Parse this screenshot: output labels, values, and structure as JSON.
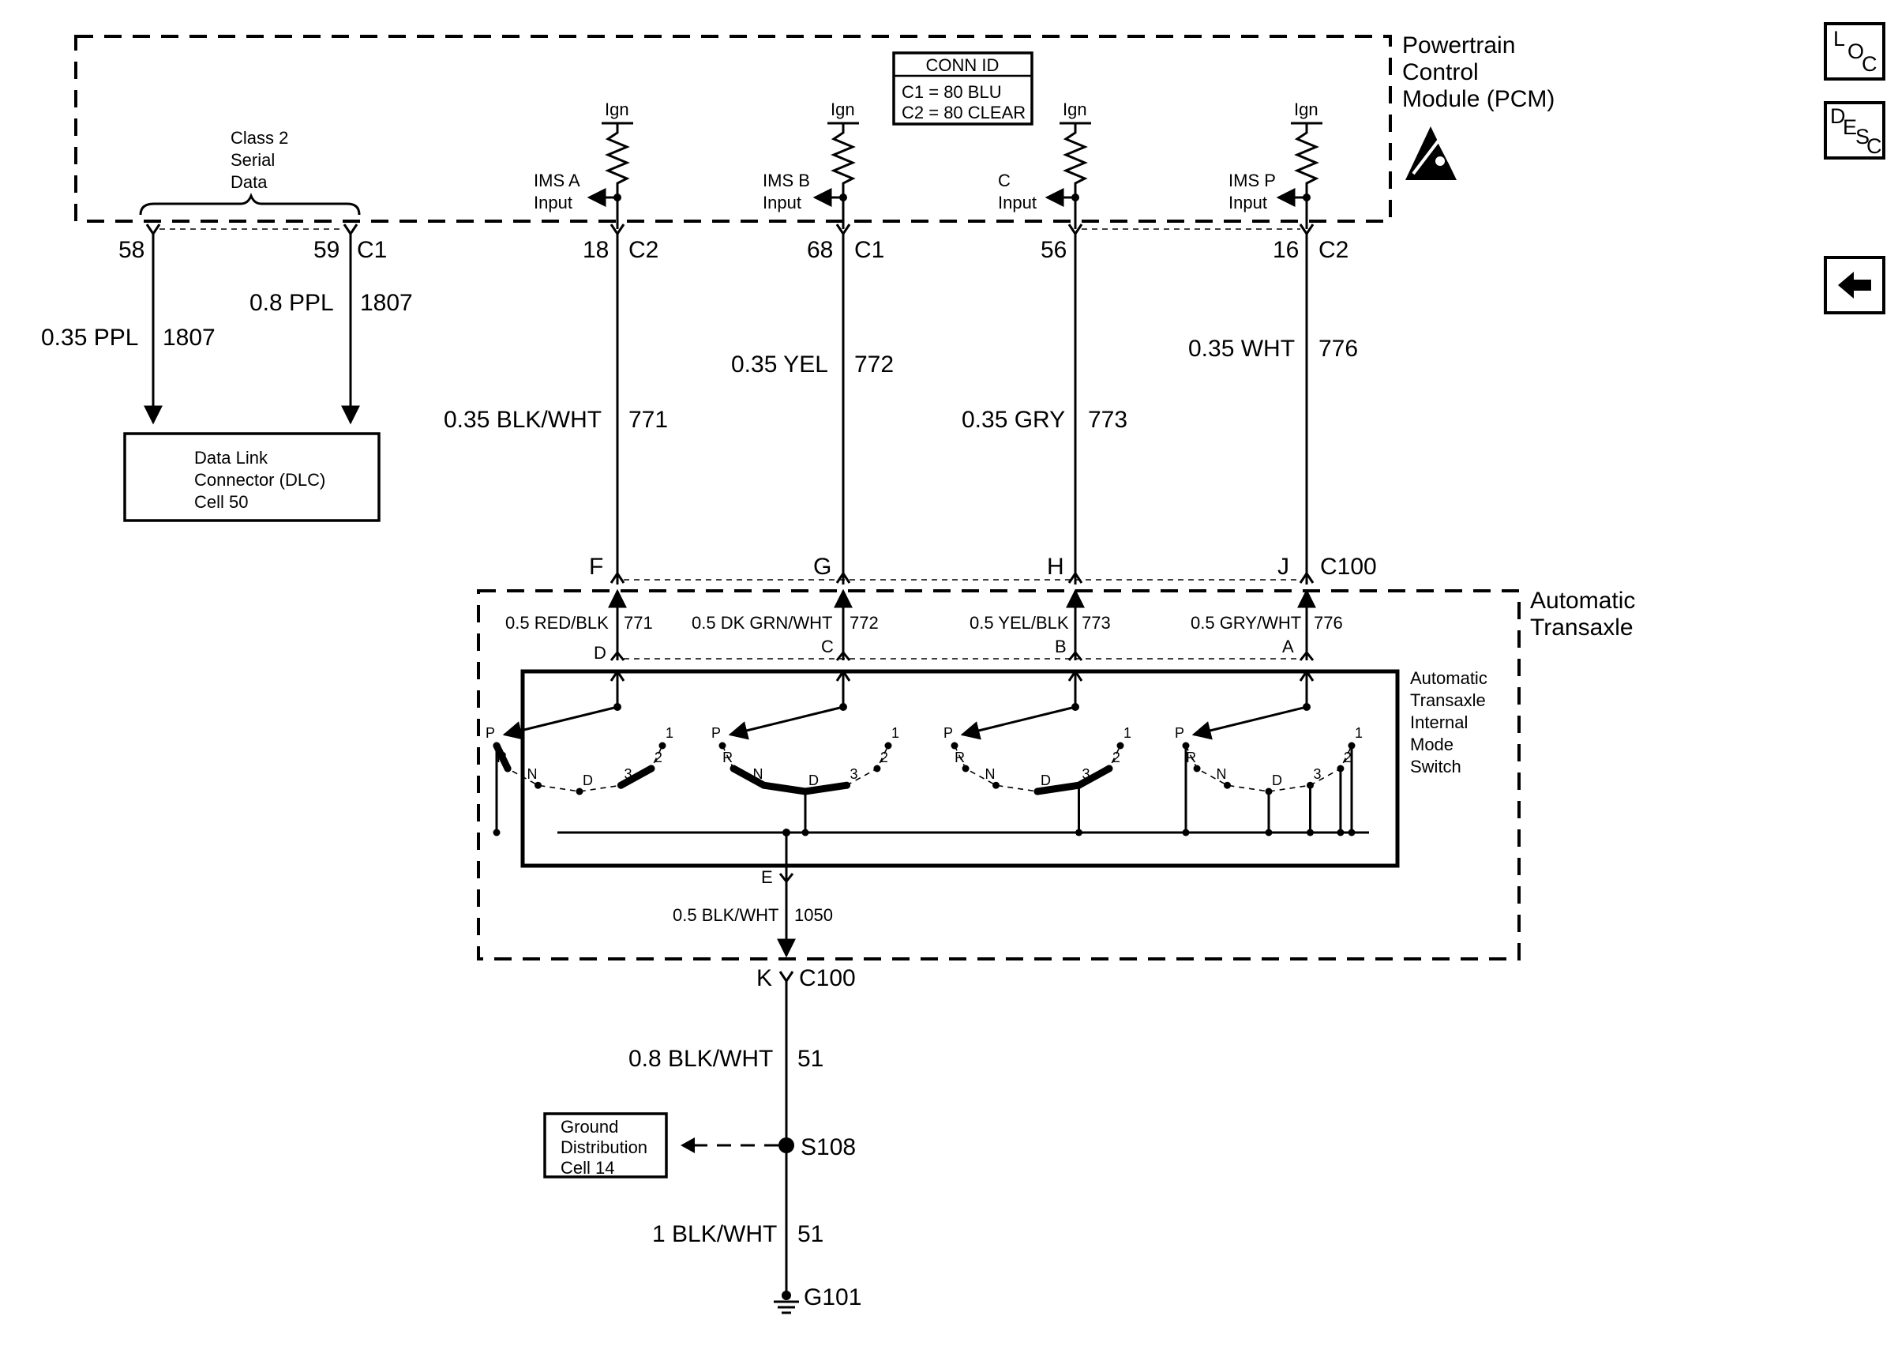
{
  "pcm": {
    "title_1": "Powertrain",
    "title_2": "Control",
    "title_3": "Module (PCM)"
  },
  "conn_id": {
    "header": "CONN ID",
    "c1": "C1 = 80 BLU",
    "c2": "C2 = 80 CLEAR"
  },
  "serial": {
    "line1": "Class 2",
    "line2": "Serial",
    "line3": "Data"
  },
  "ign": "Ign",
  "inputs": [
    {
      "l1": "IMS A",
      "l2": "Input"
    },
    {
      "l1": "IMS B",
      "l2": "Input"
    },
    {
      "l1": "C",
      "l2": "Input"
    },
    {
      "l1": "IMS P",
      "l2": "Input"
    }
  ],
  "pcm_pins": [
    {
      "pin": "58",
      "conn": ""
    },
    {
      "pin": "59",
      "conn": "C1"
    },
    {
      "pin": "18",
      "conn": "C2"
    },
    {
      "pin": "68",
      "conn": "C1"
    },
    {
      "pin": "56",
      "conn": ""
    },
    {
      "pin": "16",
      "conn": "C2"
    }
  ],
  "wires": {
    "w58": {
      "color": "0.35 PPL",
      "circuit": "1807"
    },
    "w59": {
      "color": "0.8 PPL",
      "circuit": "1807"
    },
    "w18": {
      "color": "0.35 BLK/WHT",
      "circuit": "771"
    },
    "w68": {
      "color": "0.35 YEL",
      "circuit": "772"
    },
    "w56": {
      "color": "0.35 GRY",
      "circuit": "773"
    },
    "w16": {
      "color": "0.35 WHT",
      "circuit": "776"
    },
    "t1": {
      "color": "0.5 RED/BLK",
      "circuit": "771"
    },
    "t2": {
      "color": "0.5 DK GRN/WHT",
      "circuit": "772"
    },
    "t3": {
      "color": "0.5 YEL/BLK",
      "circuit": "773"
    },
    "t4": {
      "color": "0.5 GRY/WHT",
      "circuit": "776"
    },
    "e": {
      "color": "0.5 BLK/WHT",
      "circuit": "1050"
    },
    "k": {
      "color": "0.8 BLK/WHT",
      "circuit": "51"
    },
    "g": {
      "color": "1 BLK/WHT",
      "circuit": "51"
    }
  },
  "dlc": {
    "l1": "Data Link",
    "l2": "Connector (DLC)",
    "l3": "Cell 50"
  },
  "c100_pins": [
    "F",
    "G",
    "H",
    "J"
  ],
  "c100": "C100",
  "trans": {
    "l1": "Automatic",
    "l2": "Transaxle"
  },
  "switch": {
    "l1": "Automatic",
    "l2": "Transaxle",
    "l3": "Internal",
    "l4": "Mode",
    "l5": "Switch"
  },
  "sw_pins": [
    "D",
    "C",
    "B",
    "A"
  ],
  "positions": [
    "P",
    "R",
    "N",
    "D",
    "3",
    "2",
    "1"
  ],
  "e_pin": "E",
  "k_pin": "K",
  "splice": "S108",
  "ground_dist": {
    "l1": "Ground",
    "l2": "Distribution",
    "l3": "Cell 14"
  },
  "ground": "G101",
  "nav": {
    "loc": [
      "L",
      "O",
      "C"
    ],
    "desc": [
      "D",
      "E",
      "S",
      "C"
    ]
  }
}
